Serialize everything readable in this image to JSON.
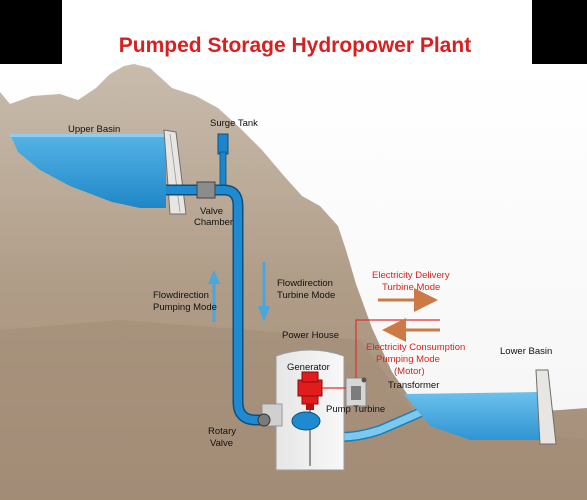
{
  "title": "Pumped Storage Hydropower Plant",
  "colors": {
    "title_red": "#d82020",
    "water": "#2f9ad6",
    "pipe": "#1b86cc",
    "mountain": "#b3a28f",
    "ground": "#a8937e",
    "generator": "#e01c1c",
    "arrow_orange": "#cc7a45",
    "arrow_blue": "#4aa6dd",
    "red_line": "#e03030"
  },
  "labels": {
    "upper_basin": "Upper Basin",
    "surge_tank": "Surge Tank",
    "valve_chamber_1": "Valve",
    "valve_chamber_2": "Chamber",
    "flow_pumping_1": "Flowdirection",
    "flow_pumping_2": "Pumping Mode",
    "flow_turbine_1": "Flowdirection",
    "flow_turbine_2": "Turbine Mode",
    "power_house": "Power House",
    "generator": "Generator",
    "transformer": "Transformer",
    "pump_turbine": "Pump Turbine",
    "rotary_valve_1": "Rotary",
    "rotary_valve_2": "Valve",
    "lower_basin": "Lower Basin",
    "delivery_1": "Electricity Delivery",
    "delivery_2": "Turbine Mode",
    "consumption_1": "Electricity Consumption",
    "consumption_2": "Pumping Mode",
    "consumption_3": "(Motor)"
  }
}
